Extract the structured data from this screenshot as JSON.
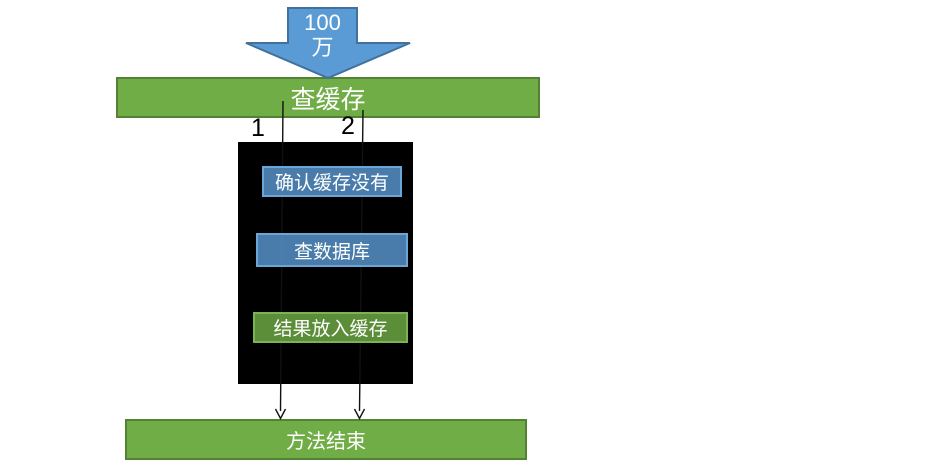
{
  "diagram": {
    "input_arrow": {
      "label_line1": "100",
      "label_line2": "万"
    },
    "cache_check_bar": {
      "label": "查缓存"
    },
    "branches": [
      {
        "label": "1"
      },
      {
        "label": "2"
      }
    ],
    "steps": [
      {
        "label": "确认缓存没有"
      },
      {
        "label": "查数据库"
      },
      {
        "label": "结果放入缓存"
      }
    ],
    "method_end_bar": {
      "label": "方法结束"
    },
    "colors": {
      "green_fill": "#70ad47",
      "green_border": "#548235",
      "blue_fill": "#5b9bd5",
      "blue_border": "#41719c",
      "black_panel": "#000000",
      "shape_text": "#ffffff",
      "connector": "#111111"
    }
  }
}
